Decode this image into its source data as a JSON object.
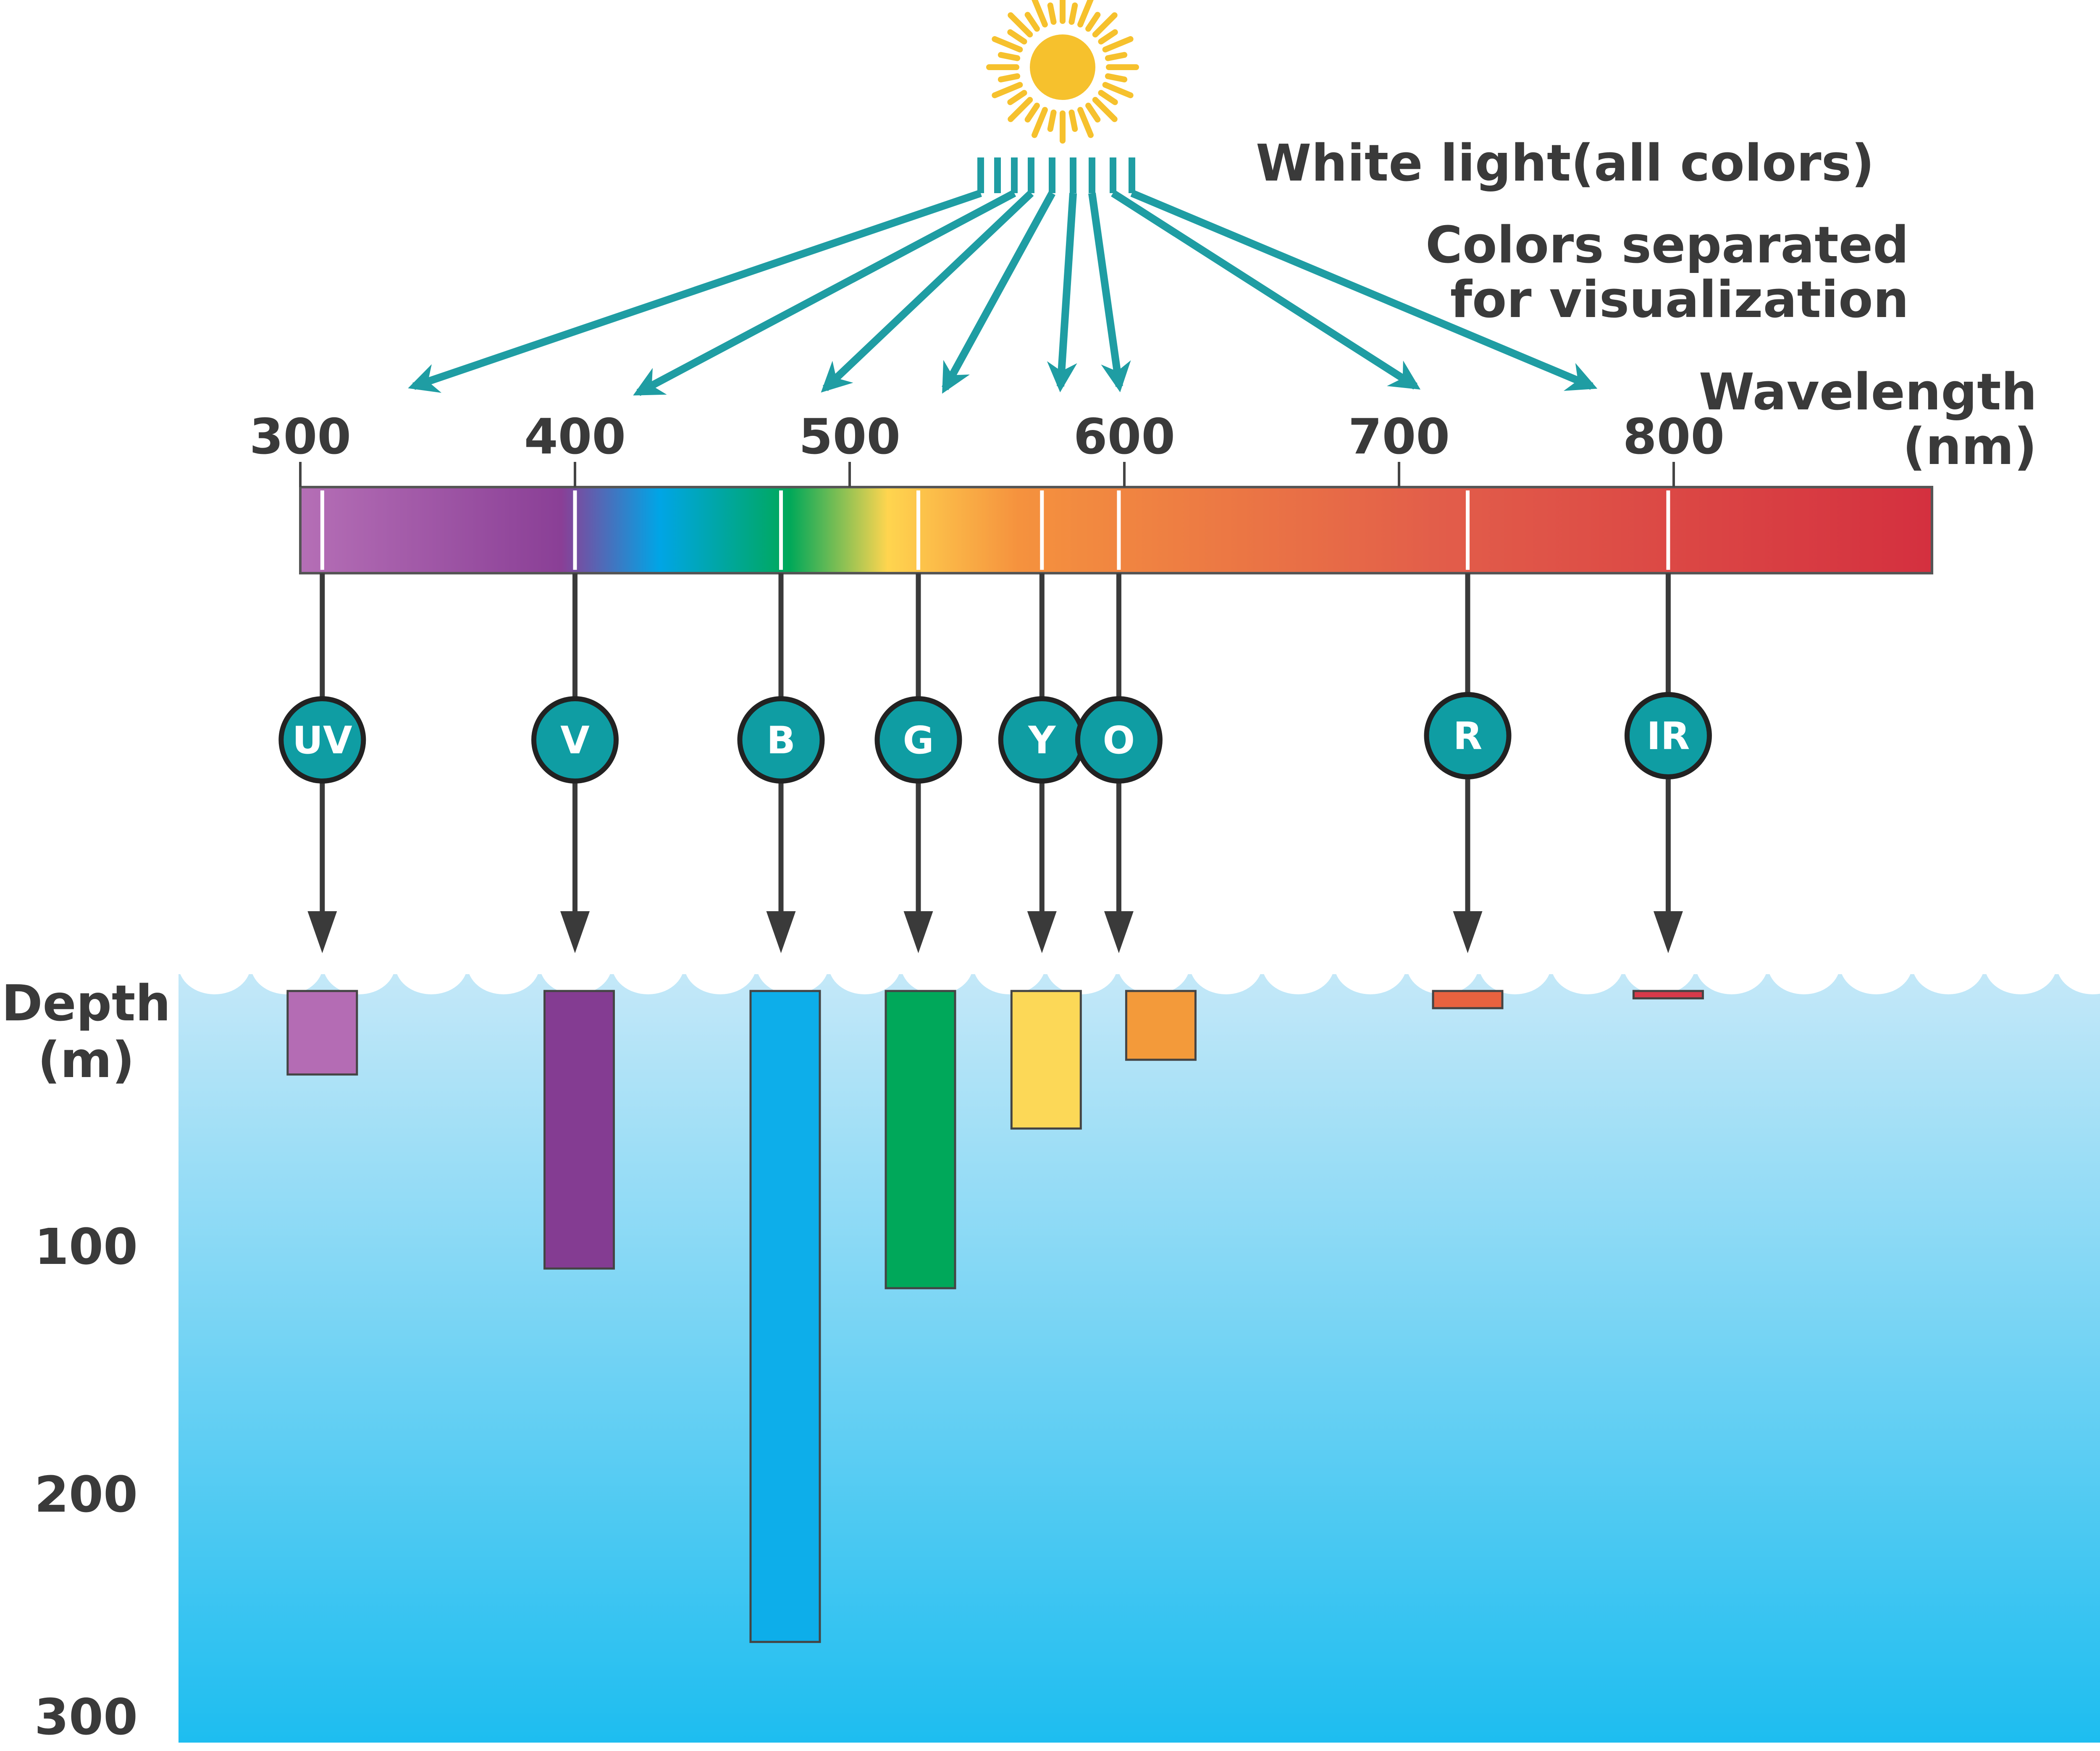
{
  "labels": {
    "white_light": "White light(all colors)",
    "separated_line1": "Colors separated",
    "separated_line2": "for visualization",
    "wavelength_line1": "Wavelength",
    "wavelength_line2": "(nm)",
    "depth_line1": "Depth",
    "depth_line2": "(m)"
  },
  "colors": {
    "arrow": "#1f9da3",
    "sun": "#f6c12d",
    "badge_fill": "#0f9da3",
    "pointer": "#3a3a3a",
    "water_top": "#c4e8f8",
    "water_bottom": "#1dbdf0"
  },
  "chart_data": {
    "type": "bar",
    "x_axis": {
      "label": "Wavelength (nm)",
      "ticks": [
        300,
        400,
        500,
        600,
        700,
        800
      ],
      "range": [
        300,
        890
      ]
    },
    "y_axis": {
      "label": "Depth (m)",
      "ticks": [
        "100",
        "200",
        "300"
      ],
      "range": [
        0,
        300
      ],
      "inverted": true
    },
    "spectrum_colors": [
      "#b56fb6",
      "#8a3f96",
      "#00a5e6",
      "#00a859",
      "#ffd54f",
      "#f5923e",
      "#e25d4a",
      "#d4303f"
    ],
    "bands": [
      {
        "label": "UV",
        "wavelength": 308,
        "depth": 34,
        "color": "#b46cb4"
      },
      {
        "label": "V",
        "wavelength": 400,
        "depth": 113,
        "color": "#843c92"
      },
      {
        "label": "B",
        "wavelength": 475,
        "depth": 265,
        "color": "#0daeea"
      },
      {
        "label": "G",
        "wavelength": 525,
        "depth": 121,
        "color": "#00a85a"
      },
      {
        "label": "Y",
        "wavelength": 570,
        "depth": 56,
        "color": "#fcd857"
      },
      {
        "label": "O",
        "wavelength": 598,
        "depth": 28,
        "color": "#f39a3a"
      },
      {
        "label": "R",
        "wavelength": 725,
        "depth": 7,
        "color": "#e8623f"
      },
      {
        "label": "IR",
        "wavelength": 798,
        "depth": 3,
        "color": "#d73a4a"
      }
    ]
  }
}
